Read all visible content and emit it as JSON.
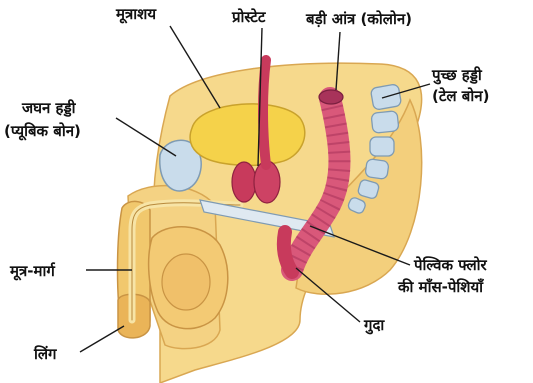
{
  "diagram": {
    "labels": {
      "bladder": "मूत्राशय",
      "prostate": "प्रोस्टेट",
      "colon_1": "बड़ी आंत्र (कोलोन)",
      "tailbone_1": "पुच्छ हड्डी",
      "tailbone_2": "(टेल बोन)",
      "pubic_1": "जघन हड्डी",
      "pubic_2": "(प्यूबिक बोन)",
      "urethra": "मूत्र-मार्ग",
      "pelvic_1": "पेल्विक फ्लोर",
      "pelvic_2": "की माँस-पेशियाँ",
      "anus": "गुदा",
      "penis": "लिंग"
    },
    "colors": {
      "skin": "#f6d98c",
      "skin_shadow": "#e9b969",
      "bladder": "#f5d24a",
      "prostate": "#c83a5c",
      "colon": "#d9587a",
      "bone": "#c9dceb",
      "muscle": "#d9587a",
      "line": "#1a1a1a"
    }
  }
}
